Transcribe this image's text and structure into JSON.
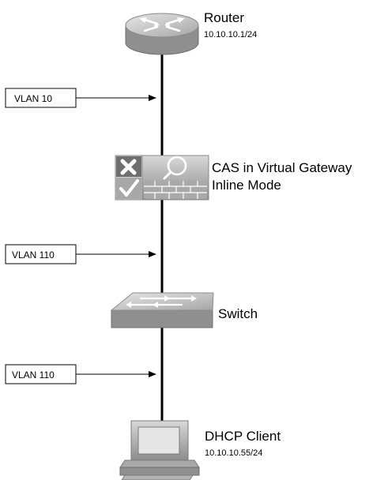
{
  "router": {
    "name": "Router",
    "address": "10.10.10.1/24",
    "icon": "router-icon"
  },
  "cas": {
    "name_line1": "CAS in Virtual Gateway",
    "name_line2": "Inline Mode",
    "icon": "clean-access-server-icon"
  },
  "switch": {
    "name": "Switch",
    "icon": "switch-icon"
  },
  "client": {
    "name": "DHCP Client",
    "address": "10.10.10.55/24",
    "icon": "workstation-icon"
  },
  "vlans": [
    {
      "label": "VLAN 10"
    },
    {
      "label": "VLAN 110"
    },
    {
      "label": "VLAN 110"
    }
  ],
  "colors": {
    "device_gray": "#b3b3b3",
    "device_dark": "#7f7f7f",
    "firewall_red": "#c05050",
    "line": "#000000"
  }
}
